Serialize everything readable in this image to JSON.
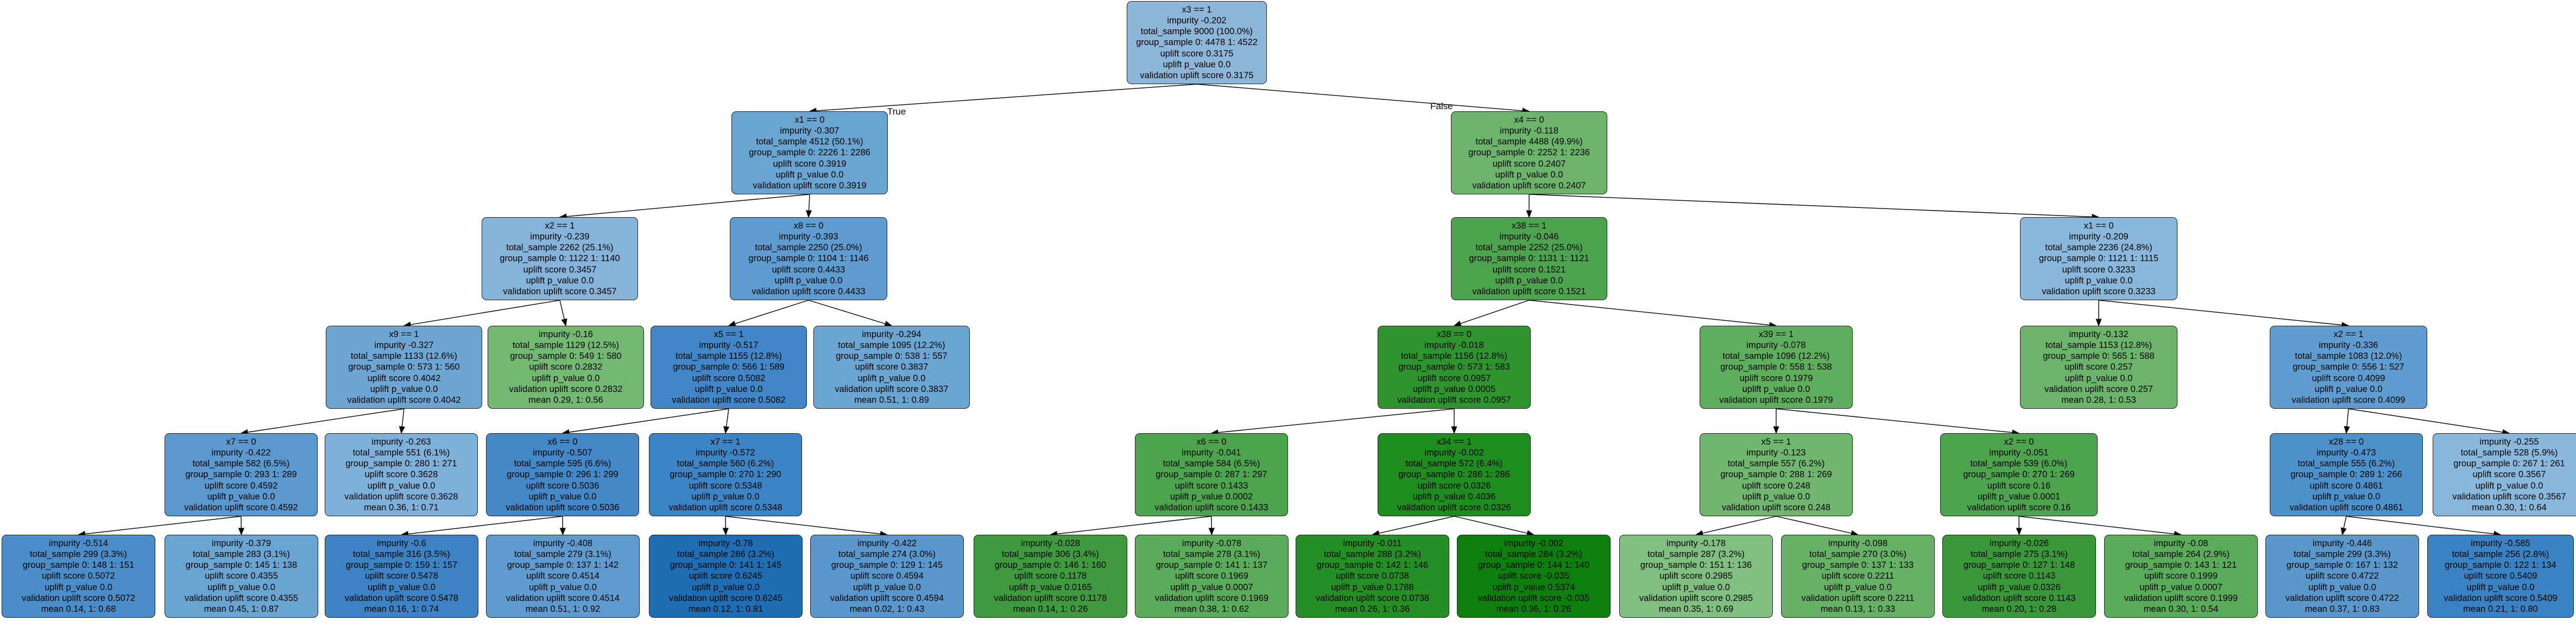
{
  "edge_labels": {
    "true": "True",
    "false": "False"
  },
  "nodes": [
    {
      "id": "n0",
      "fill": "#8db6d8",
      "lines": [
        "x3 == 1",
        "impurity -0.202",
        "total_sample 9000 (100.0%)",
        "group_sample  0: 4478 1: 4522",
        "uplift score 0.3175",
        "uplift p_value 0.0",
        "validation uplift score 0.3175"
      ]
    },
    {
      "id": "n1",
      "fill": "#6aa4d1",
      "lines": [
        "x1 == 0",
        "impurity -0.307",
        "total_sample 4512 (50.1%)",
        "group_sample  0: 2226 1: 2286",
        "uplift score 0.3919",
        "uplift p_value 0.0",
        "validation uplift score 0.3919"
      ]
    },
    {
      "id": "n2",
      "fill": "#6cb46c",
      "lines": [
        "x4 == 0",
        "impurity -0.118",
        "total_sample 4488 (49.9%)",
        "group_sample  0: 2252 1: 2236",
        "uplift score 0.2407",
        "uplift p_value 0.0",
        "validation uplift score 0.2407"
      ]
    },
    {
      "id": "n3",
      "fill": "#85b3da",
      "lines": [
        "x2 == 1",
        "impurity -0.239",
        "total_sample 2262 (25.1%)",
        "group_sample  0: 1122 1: 1140",
        "uplift score 0.3457",
        "uplift p_value 0.0",
        "validation uplift score 0.3457"
      ]
    },
    {
      "id": "n4",
      "fill": "#5f9cd0",
      "lines": [
        "x8 == 0",
        "impurity -0.393",
        "total_sample 2250 (25.0%)",
        "group_sample  0: 1104 1: 1146",
        "uplift score 0.4433",
        "uplift p_value 0.0",
        "validation uplift score 0.4433"
      ]
    },
    {
      "id": "n5",
      "fill": "#4ea44e",
      "lines": [
        "x38 == 1",
        "impurity -0.046",
        "total_sample 2252 (25.0%)",
        "group_sample  0: 1131 1: 1121",
        "uplift score 0.1521",
        "uplift p_value 0.0",
        "validation uplift score 0.1521"
      ]
    },
    {
      "id": "n6",
      "fill": "#89b8dc",
      "lines": [
        "x1 == 0",
        "impurity -0.209",
        "total_sample 2236 (24.8%)",
        "group_sample  0: 1121 1: 1115",
        "uplift score 0.3233",
        "uplift p_value 0.0",
        "validation uplift score 0.3233"
      ]
    },
    {
      "id": "n7",
      "fill": "#6ea6d3",
      "lines": [
        "x9 == 1",
        "impurity -0.327",
        "total_sample 1133 (12.6%)",
        "group_sample  0: 573 1: 560",
        "uplift score 0.4042",
        "uplift p_value 0.0",
        "validation uplift score 0.4042"
      ]
    },
    {
      "id": "n8",
      "fill": "#73b873",
      "lines": [
        "impurity -0.16",
        "total_sample 1129 (12.5%)",
        "group_sample  0: 549 1: 580",
        "uplift score 0.2832",
        "uplift p_value 0.0",
        "validation uplift score 0.2832",
        "mean 0.29, 1: 0.56"
      ]
    },
    {
      "id": "n9",
      "fill": "#4186c6",
      "lines": [
        "x5 == 1",
        "impurity -0.517",
        "total_sample 1155 (12.8%)",
        "group_sample  0: 566 1: 589",
        "uplift score 0.5082",
        "uplift p_value 0.0",
        "validation uplift score 0.5082"
      ]
    },
    {
      "id": "n10",
      "fill": "#6ba5d2",
      "lines": [
        "impurity -0.294",
        "total_sample 1095 (12.2%)",
        "group_sample  0: 538 1: 557",
        "uplift score 0.3837",
        "uplift p_value 0.0",
        "validation uplift score 0.3837",
        "mean 0.51, 1: 0.89"
      ]
    },
    {
      "id": "n11",
      "fill": "#2e952e",
      "lines": [
        "x38 == 0",
        "impurity -0.018",
        "total_sample 1156 (12.8%)",
        "group_sample  0: 573 1: 583",
        "uplift score 0.0957",
        "uplift p_value 0.0005",
        "validation uplift score 0.0957"
      ]
    },
    {
      "id": "n12",
      "fill": "#5eae5e",
      "lines": [
        "x39 == 1",
        "impurity -0.078",
        "total_sample 1096 (12.2%)",
        "group_sample  0: 558 1: 538",
        "uplift score 0.1979",
        "uplift p_value 0.0",
        "validation uplift score 0.1979"
      ]
    },
    {
      "id": "n13",
      "fill": "#6cb46c",
      "lines": [
        "impurity -0.132",
        "total_sample 1153 (12.8%)",
        "group_sample  0: 565 1: 588",
        "uplift score 0.257",
        "uplift p_value 0.0",
        "validation uplift score 0.257",
        "mean 0.28, 1: 0.53"
      ]
    },
    {
      "id": "n14",
      "fill": "#5f9cd0",
      "lines": [
        "x2 == 1",
        "impurity -0.336",
        "total_sample 1083 (12.0%)",
        "group_sample  0: 556 1: 527",
        "uplift score 0.4099",
        "uplift p_value 0.0",
        "validation uplift score 0.4099"
      ]
    },
    {
      "id": "n15",
      "fill": "#5a98cd",
      "lines": [
        "x7 == 0",
        "impurity -0.422",
        "total_sample 582 (6.5%)",
        "group_sample  0: 293 1: 289",
        "uplift score 0.4592",
        "uplift p_value 0.0",
        "validation uplift score 0.4592"
      ]
    },
    {
      "id": "n16",
      "fill": "#7fb0d9",
      "lines": [
        "impurity -0.263",
        "total_sample 551 (6.1%)",
        "group_sample  0: 280 1: 271",
        "uplift score 0.3628",
        "uplift p_value 0.0",
        "validation uplift score 0.3628",
        "mean 0.36, 1: 0.71"
      ]
    },
    {
      "id": "n17",
      "fill": "#4588c8",
      "lines": [
        "x6 == 0",
        "impurity -0.507",
        "total_sample 595 (6.6%)",
        "group_sample  0: 296 1: 299",
        "uplift score 0.5036",
        "uplift p_value 0.0",
        "validation uplift score 0.5036"
      ]
    },
    {
      "id": "n18",
      "fill": "#3d84c4",
      "lines": [
        "x7 == 1",
        "impurity -0.572",
        "total_sample 560 (6.2%)",
        "group_sample  0: 270 1: 290",
        "uplift score 0.5348",
        "uplift p_value 0.0",
        "validation uplift score 0.5348"
      ]
    },
    {
      "id": "n19",
      "fill": "#4ea44e",
      "lines": [
        "x6 == 0",
        "impurity -0.041",
        "total_sample 584 (6.5%)",
        "group_sample  0: 287 1: 297",
        "uplift score 0.1433",
        "uplift p_value 0.0002",
        "validation uplift score 0.1433"
      ]
    },
    {
      "id": "n20",
      "fill": "#1f8c1f",
      "lines": [
        "x34 == 1",
        "impurity -0.002",
        "total_sample 572 (6.4%)",
        "group_sample  0: 286 1: 286",
        "uplift score 0.0326",
        "uplift p_value 0.4036",
        "validation uplift score 0.0326"
      ]
    },
    {
      "id": "n21",
      "fill": "#70b670",
      "lines": [
        "x5 == 1",
        "impurity -0.123",
        "total_sample 557 (6.2%)",
        "group_sample  0: 288 1: 269",
        "uplift score 0.248",
        "uplift p_value 0.0",
        "validation uplift score 0.248"
      ]
    },
    {
      "id": "n22",
      "fill": "#4ea44e",
      "lines": [
        "x2 == 0",
        "impurity -0.051",
        "total_sample 539 (6.0%)",
        "group_sample  0: 270 1: 269",
        "uplift score 0.16",
        "uplift p_value 0.0001",
        "validation uplift score 0.16"
      ]
    },
    {
      "id": "n23",
      "fill": "#4d91ca",
      "lines": [
        "x28 == 0",
        "impurity -0.473",
        "total_sample 555 (6.2%)",
        "group_sample  0: 289 1: 266",
        "uplift score 0.4861",
        "uplift p_value 0.0",
        "validation uplift score 0.4861"
      ]
    },
    {
      "id": "n24",
      "fill": "#8ab8dc",
      "lines": [
        "impurity -0.255",
        "total_sample 528 (5.9%)",
        "group_sample  0: 267 1: 261",
        "uplift score 0.3567",
        "uplift p_value 0.0",
        "validation uplift score 0.3567",
        "mean 0.30, 1: 0.64"
      ]
    },
    {
      "id": "n25",
      "fill": "#4a8dc8",
      "lines": [
        "impurity -0.514",
        "total_sample 299 (3.3%)",
        "group_sample  0: 148 1: 151",
        "uplift score 0.5072",
        "uplift p_value 0.0",
        "validation uplift score 0.5072",
        "mean 0.14, 1: 0.68"
      ]
    },
    {
      "id": "n26",
      "fill": "#6aa4d1",
      "lines": [
        "impurity -0.379",
        "total_sample 283 (3.1%)",
        "group_sample  0: 145 1: 138",
        "uplift score 0.4355",
        "uplift p_value 0.0",
        "validation uplift score 0.4355",
        "mean 0.45, 1: 0.87"
      ]
    },
    {
      "id": "n27",
      "fill": "#3d83c3",
      "lines": [
        "impurity -0.6",
        "total_sample 316 (3.5%)",
        "group_sample  0: 159 1: 157",
        "uplift score 0.5478",
        "uplift p_value 0.0",
        "validation uplift score 0.5478",
        "mean 0.16, 1: 0.74"
      ]
    },
    {
      "id": "n28",
      "fill": "#5f9bce",
      "lines": [
        "impurity -0.408",
        "total_sample 279 (3.1%)",
        "group_sample  0: 137 1: 142",
        "uplift score 0.4514",
        "uplift p_value 0.0",
        "validation uplift score 0.4514",
        "mean 0.51, 1: 0.92"
      ]
    },
    {
      "id": "n29",
      "fill": "#1f6db3",
      "lines": [
        "impurity -0.78",
        "total_sample 286 (3.2%)",
        "group_sample  0: 141 1: 145",
        "uplift score 0.6245",
        "uplift p_value 0.0",
        "validation uplift score 0.6245",
        "mean 0.12, 1: 0.81"
      ]
    },
    {
      "id": "n30",
      "fill": "#5a97cc",
      "lines": [
        "impurity -0.422",
        "total_sample 274 (3.0%)",
        "group_sample  0: 129 1: 145",
        "uplift score 0.4594",
        "uplift p_value 0.0",
        "validation uplift score 0.4594",
        "mean 0.02, 1: 0.43"
      ]
    },
    {
      "id": "n31",
      "fill": "#3f9a3f",
      "lines": [
        "impurity -0.028",
        "total_sample 306 (3.4%)",
        "group_sample  0: 146 1: 160",
        "uplift score 0.1178",
        "uplift p_value 0.0165",
        "validation uplift score 0.1178",
        "mean 0.14, 1: 0.26"
      ]
    },
    {
      "id": "n32",
      "fill": "#5aab5a",
      "lines": [
        "impurity -0.078",
        "total_sample 278 (3.1%)",
        "group_sample  0: 141 1: 137",
        "uplift score 0.1969",
        "uplift p_value 0.0007",
        "validation uplift score 0.1969",
        "mean 0.38, 1: 0.62"
      ]
    },
    {
      "id": "n33",
      "fill": "#258f25",
      "lines": [
        "impurity -0.011",
        "total_sample 288 (3.2%)",
        "group_sample  0: 142 1: 146",
        "uplift score 0.0738",
        "uplift p_value 0.1788",
        "validation uplift score 0.0738",
        "mean 0.26, 1: 0.36"
      ]
    },
    {
      "id": "n34",
      "fill": "#0d7f0d",
      "lines": [
        "impurity -0.002",
        "total_sample 284 (3.2%)",
        "group_sample  0: 144 1: 140",
        "uplift score -0.035",
        "uplift p_value 0.5374",
        "validation uplift score -0.035",
        "mean 0.36, 1: 0.26"
      ]
    },
    {
      "id": "n35",
      "fill": "#80bf80",
      "lines": [
        "impurity -0.178",
        "total_sample 287 (3.2%)",
        "group_sample  0: 151 1: 136",
        "uplift score 0.2985",
        "uplift p_value 0.0",
        "validation uplift score 0.2985",
        "mean 0.35, 1: 0.69"
      ]
    },
    {
      "id": "n36",
      "fill": "#67b167",
      "lines": [
        "impurity -0.098",
        "total_sample 270 (3.0%)",
        "group_sample  0: 137 1: 133",
        "uplift score 0.2211",
        "uplift p_value 0.0",
        "validation uplift score 0.2211",
        "mean 0.13, 1: 0.33"
      ]
    },
    {
      "id": "n37",
      "fill": "#3a983a",
      "lines": [
        "impurity -0.026",
        "total_sample 275 (3.1%)",
        "group_sample  0: 127 1: 148",
        "uplift score 0.1143",
        "uplift p_value 0.0326",
        "validation uplift score 0.1143",
        "mean 0.20, 1: 0.28"
      ]
    },
    {
      "id": "n38",
      "fill": "#5aab5a",
      "lines": [
        "impurity -0.08",
        "total_sample 264 (2.9%)",
        "group_sample  0: 143 1: 121",
        "uplift score 0.1999",
        "uplift p_value 0.0007",
        "validation uplift score 0.1999",
        "mean 0.30, 1: 0.54"
      ]
    },
    {
      "id": "n39",
      "fill": "#5a98cc",
      "lines": [
        "impurity -0.446",
        "total_sample 299 (3.3%)",
        "group_sample  0: 167 1: 132",
        "uplift score 0.4722",
        "uplift p_value 0.0",
        "validation uplift score 0.4722",
        "mean 0.37, 1: 0.83"
      ]
    },
    {
      "id": "n40",
      "fill": "#3b82c3",
      "lines": [
        "impurity -0.585",
        "total_sample 256 (2.8%)",
        "group_sample  0: 122 1: 134",
        "uplift score 0.5409",
        "uplift p_value 0.0",
        "validation uplift score 0.5409",
        "mean 0.21, 1: 0.80"
      ]
    }
  ]
}
